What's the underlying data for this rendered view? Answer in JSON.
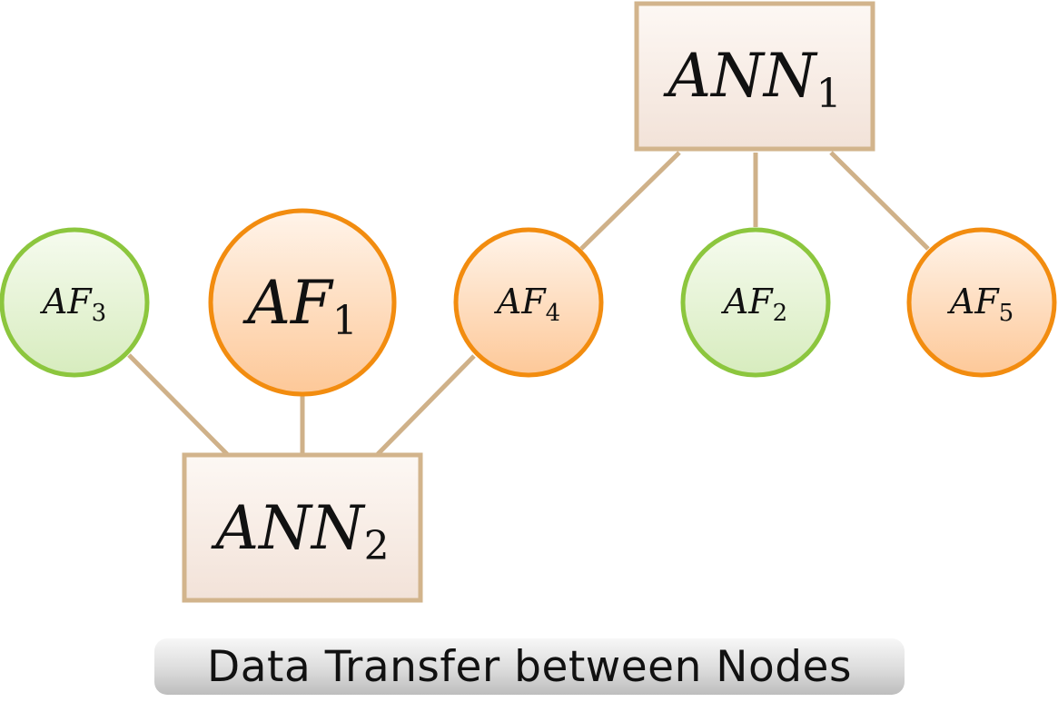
{
  "caption": "Data Transfer between Nodes",
  "colors": {
    "edge": "#cfb189",
    "box_border": "#d2b48c",
    "box_fill_top": "#fdf8f4",
    "box_fill_bottom": "#f2e2d8",
    "orange_border": "#f28c0f",
    "orange_fill_top": "#fff4ea",
    "orange_fill_bottom": "#fdc898",
    "green_border": "#8cc63e",
    "green_fill_top": "#f6fbef",
    "green_fill_bottom": "#d7ecbe"
  },
  "nodes": {
    "ann1": {
      "base": "ANN",
      "sub": "1",
      "shape": "box"
    },
    "ann2": {
      "base": "ANN",
      "sub": "2",
      "shape": "box"
    },
    "af1": {
      "base": "AF",
      "sub": "1",
      "shape": "circle",
      "color": "orange"
    },
    "af2": {
      "base": "AF",
      "sub": "2",
      "shape": "circle",
      "color": "green"
    },
    "af3": {
      "base": "AF",
      "sub": "3",
      "shape": "circle",
      "color": "green"
    },
    "af4": {
      "base": "AF",
      "sub": "4",
      "shape": "circle",
      "color": "orange"
    },
    "af5": {
      "base": "AF",
      "sub": "5",
      "shape": "circle",
      "color": "orange"
    }
  },
  "edges": [
    {
      "from": "ann1",
      "to": "af4"
    },
    {
      "from": "ann1",
      "to": "af2"
    },
    {
      "from": "ann1",
      "to": "af5"
    },
    {
      "from": "ann2",
      "to": "af3"
    },
    {
      "from": "ann2",
      "to": "af1"
    },
    {
      "from": "ann2",
      "to": "af4"
    }
  ]
}
